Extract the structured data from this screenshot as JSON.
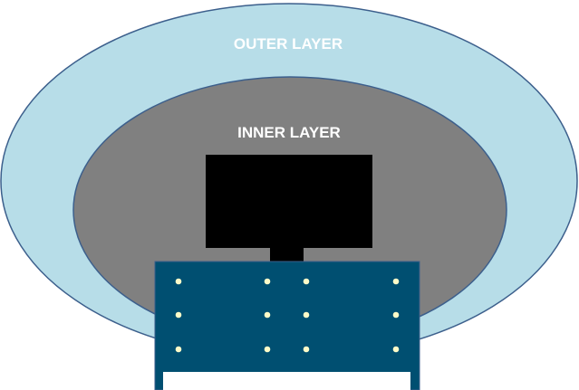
{
  "outer_layer": {
    "label": "OUTER LAYER",
    "color": "#b7dde8"
  },
  "inner_layer": {
    "label": "INNER LAYER",
    "color": "#808080"
  },
  "monitor": {
    "color": "#000000"
  },
  "desk": {
    "color": "#004f71",
    "dot_color": "#fdfbc8",
    "dot_rows": 3,
    "dot_columns": 4
  }
}
